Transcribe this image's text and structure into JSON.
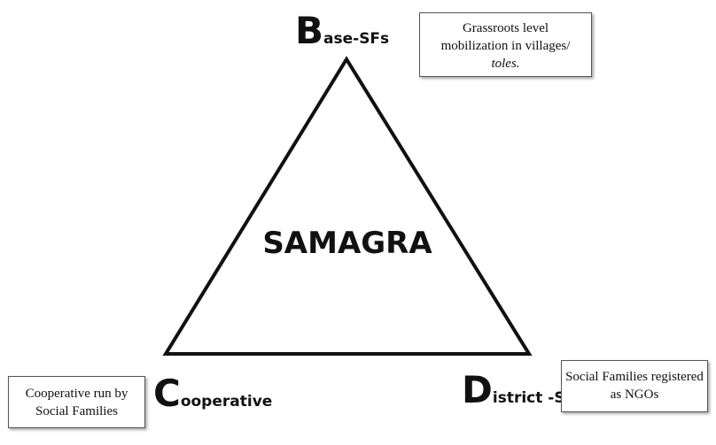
{
  "diagram": {
    "center_label": "SAMAGRA",
    "vertices": {
      "top": {
        "initial": "B",
        "rest": "ase-SFs"
      },
      "bottom_left": {
        "initial": "C",
        "rest": "ooperative"
      },
      "bottom_right": {
        "initial": "D",
        "rest": "istrict -SF"
      }
    },
    "notes": {
      "top": {
        "line1": "Grassroots level",
        "line2": "mobilization in villages/",
        "line3": "toles."
      },
      "left": {
        "line1": "Cooperative run by",
        "line2": "Social Families"
      },
      "right": {
        "line1": "Social Families registered",
        "line2": "as NGOs"
      }
    }
  }
}
